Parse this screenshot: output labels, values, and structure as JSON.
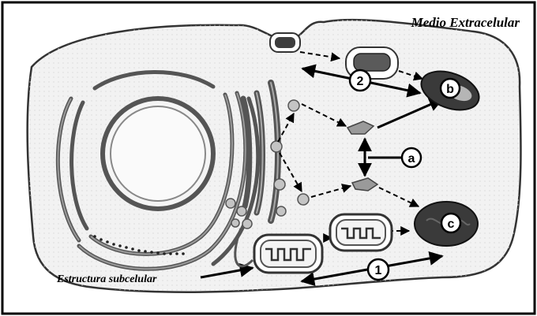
{
  "labels": {
    "medio_extracelular": "Medio Extracelular",
    "estructura_subcelular": "Estructura subcelular",
    "marker_a": "a",
    "marker_b": "b",
    "marker_c": "c",
    "marker_1": "1",
    "marker_2": "2"
  },
  "colors": {
    "background": "#ffffff",
    "frame": "#000000",
    "cell_fill": "#f3f3f3",
    "organelle_dark": "#4a4a4a",
    "organelle_light": "#cfcfcf",
    "vesicle": "#bdbdbd"
  }
}
